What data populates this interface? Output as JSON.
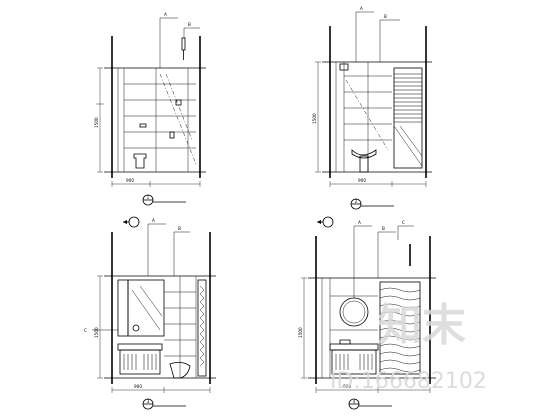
{
  "elevations": [
    {
      "number": "1",
      "annotations": [
        "A",
        "B"
      ],
      "dimension_labels": [
        "1500",
        "900"
      ]
    },
    {
      "number": "2",
      "annotations": [
        "A",
        "B"
      ],
      "dimension_labels": [
        "1500",
        "900"
      ]
    },
    {
      "number": "3",
      "annotations": [
        "A",
        "B",
        "C"
      ],
      "dimension_labels": [
        "1500",
        "900"
      ]
    },
    {
      "number": "4",
      "annotations": [
        "A",
        "B",
        "C"
      ],
      "dimension_labels": [
        "1500",
        "900"
      ]
    }
  ],
  "watermark": {
    "brand": "知末",
    "id_text": "ID:166682102"
  }
}
